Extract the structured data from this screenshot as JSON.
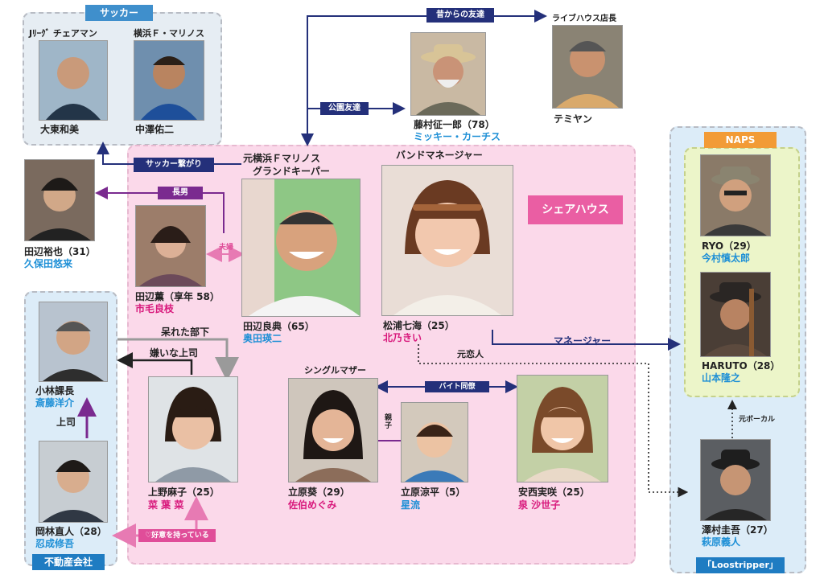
{
  "groups": {
    "soccer": "サッカー",
    "naps": "NAPS",
    "estate": "不動産会社",
    "loostripper": "「Loostripper」",
    "sharehouse": "シェアハウス"
  },
  "people": {
    "daito": {
      "title": "Jﾘｰｸﾞ チェアマン",
      "name": "大東和美",
      "actor": ""
    },
    "nakazawa": {
      "title": "横浜Ｆ・マリノス",
      "name": "中澤佑二",
      "actor": ""
    },
    "fujimura": {
      "name": "藤村征一郎（78）",
      "actor": "ミッキー・カーチス"
    },
    "temiyan": {
      "title": "ライブハウス店長",
      "name": "テミヤン",
      "actor": ""
    },
    "yuya": {
      "name": "田辺裕也（31）",
      "actor": "久保田悠来"
    },
    "kaoru": {
      "name": "田辺薫（享年 58）",
      "actor": "市毛良枝"
    },
    "yoshinori": {
      "title1": "元横浜Ｆマリノス",
      "title2": "グランドキーパー",
      "name": "田辺良典（65）",
      "actor": "奥田瑛二"
    },
    "nanami": {
      "title": "バンドマネージャー",
      "name": "松浦七海（25）",
      "actor": "北乃きい"
    },
    "ryo": {
      "name": "RYO（29）",
      "actor": "今村慎太郎"
    },
    "haruto": {
      "name": "HARUTO（28）",
      "actor": "山本隆之"
    },
    "kobayashi": {
      "name": "小林課長",
      "actor": "斎藤洋介"
    },
    "okabayashi": {
      "name": "岡林直人（28）",
      "actor": "忍成修吾"
    },
    "asako": {
      "name": "上野麻子（25）",
      "actor": "菜 葉 菜"
    },
    "aoi": {
      "title": "シングルマザー",
      "name": "立原葵（29）",
      "actor": "佐伯めぐみ"
    },
    "ryohei": {
      "name": "立原涼平（5）",
      "actor": "星流"
    },
    "misaki": {
      "name": "安西実咲（25）",
      "actor": "泉 沙世子"
    },
    "keigo": {
      "name": "澤村圭吾（27）",
      "actor": "萩原義人"
    }
  },
  "relations": {
    "old_friends": "昔からの友達",
    "park_friends": "公園友達",
    "soccer_link": "サッカー繋がり",
    "eldest_son": "長男",
    "spouse": "夫婦",
    "manager": "マネージャー",
    "ex_lover": "元恋人",
    "exasperated": "呆れた部下",
    "dislike_boss": "嫌いな上司",
    "boss": "上司",
    "part_time": "バイト同僚",
    "parent_child": "親子",
    "ex_vocal": "元ボーカル",
    "crush": "♡好意を持っている"
  },
  "colors": {
    "navy": "#24307a",
    "purple": "#7a2a8f",
    "pink": "#e04d99",
    "sharehouse_bg": "#fbd9ea",
    "sharehouse_label": "#ea5ea3",
    "naps_header": "#f29b36",
    "group_header": "#1f7cc2",
    "actor_blue": "#1d8fd6",
    "actor_pink": "#d8197c"
  }
}
